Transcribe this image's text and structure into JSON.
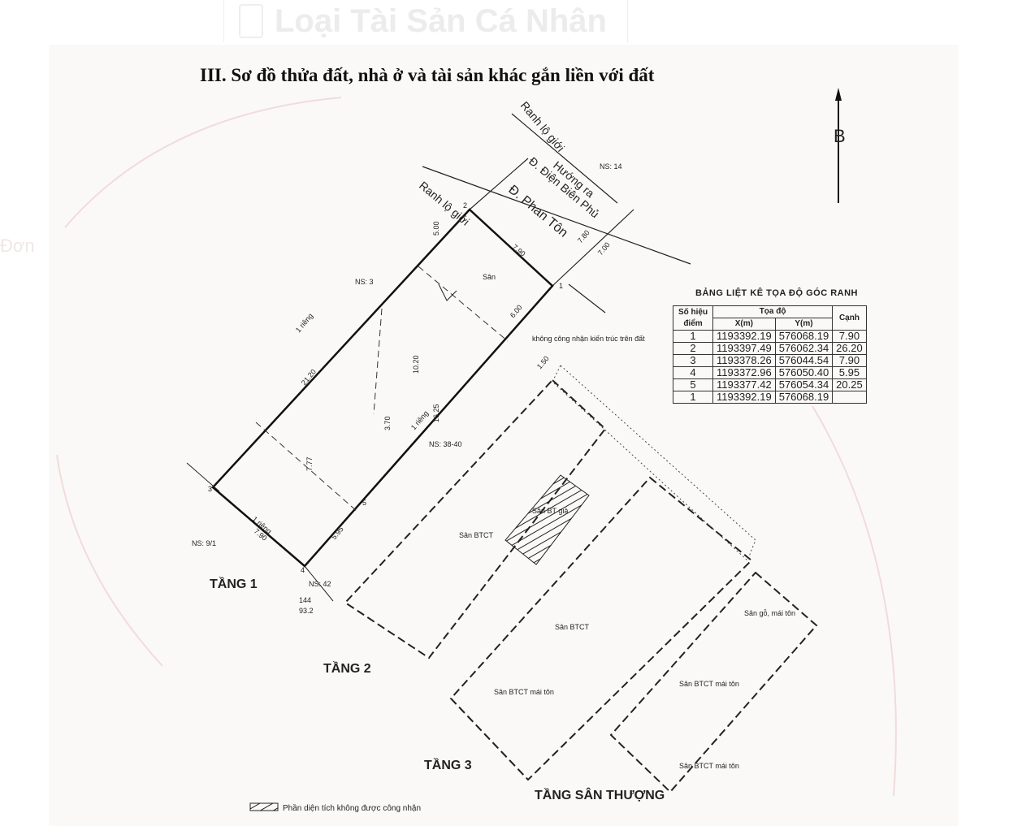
{
  "header": {
    "ghost_title": "Loại Tài Sản Cá Nhân",
    "left_ghost": "Đơn"
  },
  "document": {
    "title": "III. Sơ đồ thửa đất, nhà ở và tài sản khác gắn liền với đất"
  },
  "north_label": "B",
  "streets": {
    "boundary_1": "Ranh lộ giới",
    "boundary_2": "Ranh lộ giới",
    "direction": "Hướng ra",
    "street_1": "Đ. Điện Biên Phủ",
    "street_2": "Đ. Phan Tôn"
  },
  "neighbors": {
    "ns14": "NS: 14",
    "ns3": "NS: 3",
    "ns3840": "NS: 38-40",
    "ns91": "NS: 9/1",
    "ns42": "NS: 42"
  },
  "plot": {
    "yard": "Sân",
    "not_recognized": "không công nhận kiến trúc trên đất",
    "fraction_top": "144",
    "fraction_bottom": "93.2",
    "wall_1": "1 riêng",
    "wall_2": "1 riêng",
    "wall_3": "1 riêng"
  },
  "points": [
    "1",
    "2",
    "3",
    "4",
    "5"
  ],
  "dimensions": {
    "d1": "7.90",
    "d2": "21.20",
    "d3": "7.90",
    "d4": "6.00",
    "d5": "10.20",
    "d6": "5.95",
    "d7": "16.25",
    "d8": "7.77",
    "d9": "3.70",
    "d10": "5.00",
    "d11": "7.80",
    "d12": "7.00",
    "d13": "1.50"
  },
  "floors": {
    "floor1": {
      "label": "TẦNG 1"
    },
    "floor2": {
      "label": "TẦNG 2",
      "areas": [
        "Sân BTCT",
        "Sân BT giả"
      ]
    },
    "floor3": {
      "label": "TẦNG 3",
      "areas": [
        "Sân BTCT",
        "Sân BTCT mái tôn"
      ]
    },
    "roof": {
      "label": "TẦNG SÂN THƯỢNG",
      "areas": [
        "Sân gỗ, mái tôn",
        "Sân BTCT mái tôn",
        "Sân BTCT mái tôn"
      ]
    }
  },
  "coord_table": {
    "title": "BẢNG LIỆT KÊ TỌA ĐỘ GÓC RANH",
    "headers": {
      "point": "Số hiệu điểm",
      "coords": "Tọa độ",
      "x": "X(m)",
      "y": "Y(m)",
      "edge": "Cạnh"
    },
    "rows": [
      {
        "p": "1",
        "x": "1193392.19",
        "y": "576068.19",
        "edge": "7.90"
      },
      {
        "p": "2",
        "x": "1193397.49",
        "y": "576062.34",
        "edge": "26.20"
      },
      {
        "p": "3",
        "x": "1193378.26",
        "y": "576044.54",
        "edge": "7.90"
      },
      {
        "p": "4",
        "x": "1193372.96",
        "y": "576050.40",
        "edge": "5.95"
      },
      {
        "p": "5",
        "x": "1193377.42",
        "y": "576054.34",
        "edge": "20.25"
      },
      {
        "p": "1",
        "x": "1193392.19",
        "y": "576068.19",
        "edge": ""
      }
    ]
  },
  "legend": {
    "text": "Phần diện tích không được công nhận"
  }
}
